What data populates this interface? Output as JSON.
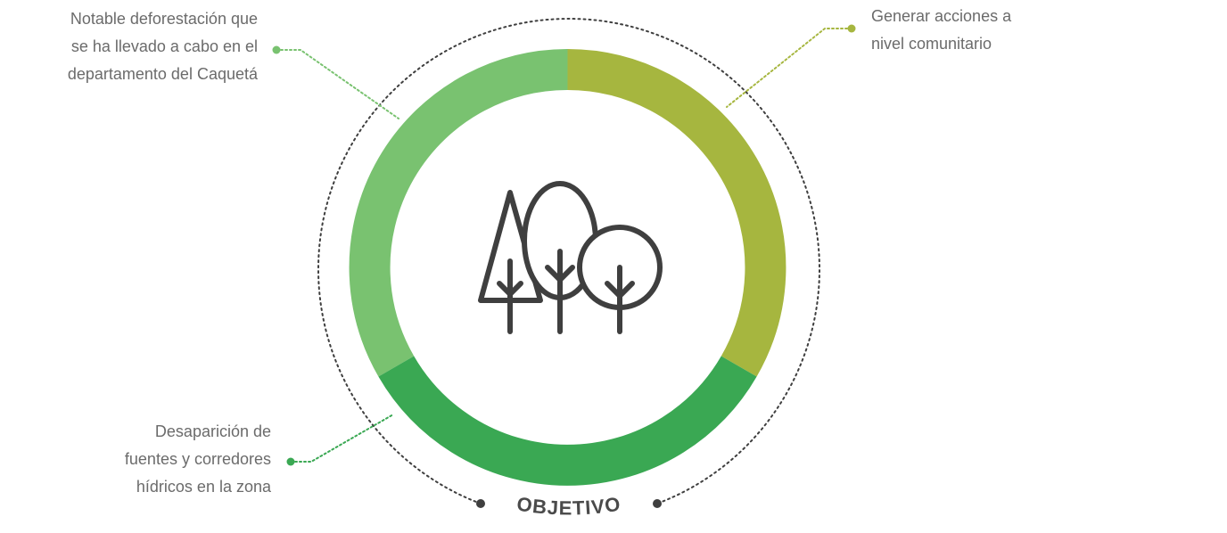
{
  "segments": [
    {
      "label_lines": [
        "Notable deforestación que",
        "se ha llevado a cabo en el",
        "departamento del Caquetá"
      ],
      "color": "#79c270"
    },
    {
      "label_lines": [
        "Generar acciones a",
        "nivel comunitario"
      ],
      "color": "#a6b63f"
    },
    {
      "label_lines": [
        "Desaparición de",
        "fuentes y corredores",
        "hídricos en la zona"
      ],
      "color": "#3aa853"
    }
  ],
  "center_label": "OBJETIVO",
  "center_icon": "trees-icon",
  "colors": {
    "text": "#6b6b6b",
    "icon": "#3f3f3f",
    "dots": "#3f3f3f"
  }
}
